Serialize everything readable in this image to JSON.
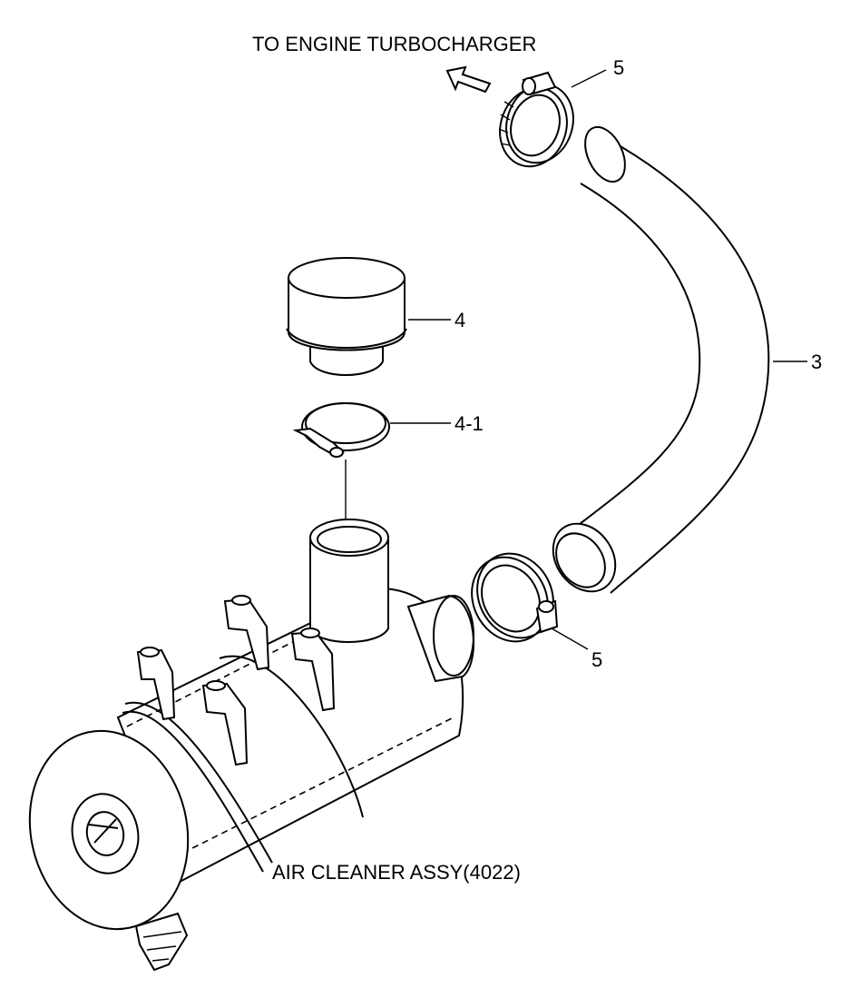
{
  "title": "TO ENGINE TURBOCHARGER",
  "assembly_label": "AIR CLEANER ASSY(4022)",
  "callouts": {
    "clamp_top": "5",
    "hose": "3",
    "cap": "4",
    "cap_clamp": "4-1",
    "clamp_bottom": "5"
  }
}
